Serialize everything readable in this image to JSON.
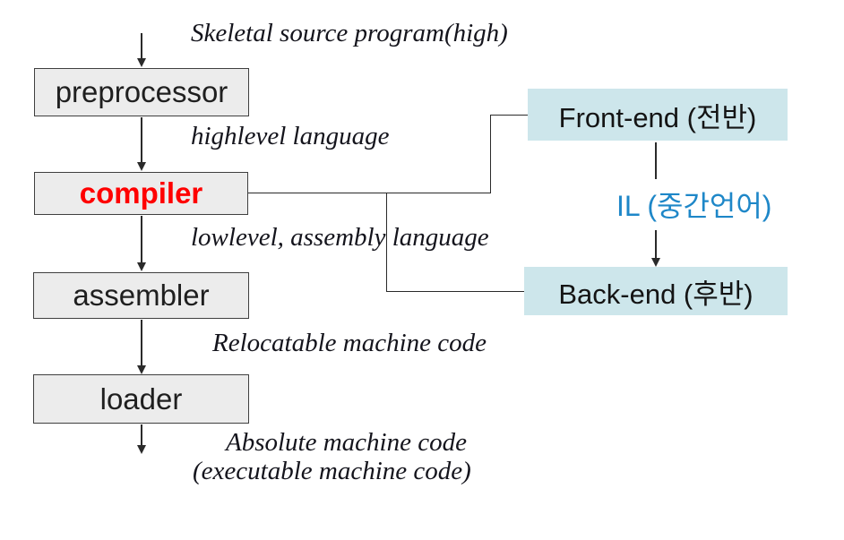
{
  "boxes": {
    "preprocessor": {
      "label": "preprocessor"
    },
    "compiler": {
      "label": "compiler"
    },
    "assembler": {
      "label": "assembler"
    },
    "loader": {
      "label": "loader"
    },
    "front_end": {
      "label": "Front-end (전반)"
    },
    "back_end": {
      "label": "Back-end (후반)"
    }
  },
  "labels": {
    "skeletal": {
      "text": "Skeletal source program(high)"
    },
    "highlevel": {
      "text": "highlevel language"
    },
    "lowlevel": {
      "text": "lowlevel, assembly language"
    },
    "relocatable": {
      "text": "Relocatable machine code"
    },
    "absolute": {
      "text": "Absolute machine code"
    },
    "executable": {
      "text": "(executable machine code)"
    },
    "il": {
      "text": "IL (중간언어)"
    }
  },
  "colors": {
    "box_fill": "#ececec",
    "box_border": "#3f3f3f",
    "highlight_fill": "#cde6eb",
    "compiler_text": "#ff0000",
    "il_text": "#1e87c8",
    "label_text": "#14141c",
    "box_text": "#1f1f1f",
    "line": "#2a2a2a"
  }
}
